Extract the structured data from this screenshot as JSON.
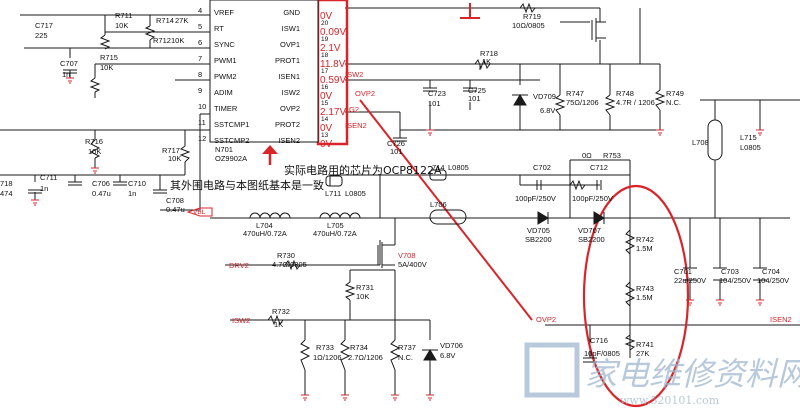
{
  "colors": {
    "wire": "#1a1a1a",
    "red": "#d9252a",
    "watermark": "#9fb7cf"
  },
  "chip": {
    "designator": "N701",
    "part": "OZ9902A",
    "left_pins": [
      {
        "num": "4",
        "name": "VREF"
      },
      {
        "num": "5",
        "name": "RT"
      },
      {
        "num": "6",
        "name": "SYNC"
      },
      {
        "num": "7",
        "name": "PWM1"
      },
      {
        "num": "8",
        "name": "PWM2"
      },
      {
        "num": "9",
        "name": "ADIM"
      },
      {
        "num": "10",
        "name": "TIMER"
      },
      {
        "num": "11",
        "name": "SSTCMP1"
      },
      {
        "num": "12",
        "name": "SSTCMP2"
      }
    ],
    "right_pins": [
      {
        "num": "",
        "name": "GND",
        "v": "0V"
      },
      {
        "num": "20",
        "name": "ISW1",
        "v": "0.09V"
      },
      {
        "num": "19",
        "name": "OVP1",
        "v": "2.1V"
      },
      {
        "num": "18",
        "name": "PROT1",
        "v": "11.8V"
      },
      {
        "num": "17",
        "name": "ISEN1",
        "v": "0.59V"
      },
      {
        "num": "16",
        "name": "ISW2",
        "v": "0V"
      },
      {
        "num": "15",
        "name": "OVP2",
        "v": "2.17V"
      },
      {
        "num": "14",
        "name": "PROT2",
        "v": "0V"
      },
      {
        "num": "13",
        "name": "ISEN2",
        "v": "0V"
      }
    ]
  },
  "note": {
    "line1": "实际电路用的芯片为OCP8122A",
    "line2": "其外围电路与本图纸基本是一致"
  },
  "nets": {
    "isw2_r": "ISW2",
    "ovp2_r": "OVP2",
    "g2": "G2",
    "isen2_r": "ISEN2",
    "vbl": "VBL",
    "drv2": "DRV2",
    "isw2_l": "ISW2",
    "ovp2_b": "OVP2",
    "isen2_b": "ISEN2"
  },
  "parts": {
    "c717": {
      "ref": "C717",
      "val": "225"
    },
    "r711": {
      "ref": "R711",
      "val": "10K"
    },
    "r714": {
      "ref": "R714",
      "val": "27K"
    },
    "r712": {
      "ref": "R712",
      "val": "10K"
    },
    "c707": {
      "ref": "C707",
      "val": "1n"
    },
    "r715": {
      "ref": "R715",
      "val": "10K"
    },
    "r716": {
      "ref": "R716",
      "val": "10K"
    },
    "r717": {
      "ref": "R717",
      "val": "10K"
    },
    "c711": {
      "ref": "C711",
      "val": "1n"
    },
    "c706": {
      "ref": "C706",
      "val": "0.47u"
    },
    "c710": {
      "ref": "C710",
      "val": "1n"
    },
    "c708": {
      "ref": "C708",
      "val": "0.47u"
    },
    "c718": {
      "ref": "718",
      "val": "474"
    },
    "r719": {
      "ref": "R719",
      "val": "10Ω/0805"
    },
    "r718": {
      "ref": "R718",
      "val": "1K"
    },
    "c723": {
      "ref": "C723",
      "val": "101"
    },
    "c725": {
      "ref": "C725",
      "val": "101"
    },
    "vd709": {
      "ref": "VD709",
      "val": "6.8V"
    },
    "r747": {
      "ref": "R747",
      "val": "75Ω/1206"
    },
    "r748": {
      "ref": "R748",
      "val": "4.7R / 1206"
    },
    "r749": {
      "ref": "R749",
      "val": "N.C."
    },
    "c726": {
      "ref": "C726",
      "val": "101"
    },
    "l708": {
      "ref": "L708",
      "val": ""
    },
    "l715": {
      "ref": "L715",
      "val": "L0805"
    },
    "l714": {
      "ref": "714",
      "val": "L0805"
    },
    "l711": {
      "ref": "L711",
      "val": "L0805"
    },
    "l706": {
      "ref": "L706",
      "val": ""
    },
    "c702": {
      "ref": "C702",
      "val": "100pF/250V"
    },
    "r753": {
      "ref": "R753",
      "val": "0Ω"
    },
    "c712": {
      "ref": "C712",
      "val": "100pF/250V"
    },
    "l704": {
      "ref": "L704",
      "val": "470uH/0.72A"
    },
    "l705": {
      "ref": "L705",
      "val": "470uH/0.72A"
    },
    "vd705": {
      "ref": "VD705",
      "val": "SB2200"
    },
    "vd707": {
      "ref": "VD707",
      "val": "SB2200"
    },
    "r742": {
      "ref": "R742",
      "val": "1.5M"
    },
    "r743": {
      "ref": "R743",
      "val": "1.5M"
    },
    "r741": {
      "ref": "R741",
      "val": "27K"
    },
    "c701": {
      "ref": "C701",
      "val": "22u/250V"
    },
    "c703": {
      "ref": "C703",
      "val": "104/250V"
    },
    "c704": {
      "ref": "C704",
      "val": "104/250V"
    },
    "r730": {
      "ref": "R730",
      "val": "4.7Ω/0805"
    },
    "v708": {
      "ref": "V708",
      "val": "5A/400V"
    },
    "r731": {
      "ref": "R731",
      "val": "10K"
    },
    "r732": {
      "ref": "R732",
      "val": "1K"
    },
    "r733": {
      "ref": "R733",
      "val": "1Ω/1206"
    },
    "r734": {
      "ref": "R734",
      "val": "2.7Ω/1206"
    },
    "r737": {
      "ref": "R737",
      "val": "N.C."
    },
    "vd706": {
      "ref": "VD706",
      "val": "6.8V"
    },
    "c716": {
      "ref": "C716",
      "val": "10pF/0805"
    }
  },
  "watermark": {
    "cn": "家电维修资料网",
    "url": "www.520101.com"
  }
}
